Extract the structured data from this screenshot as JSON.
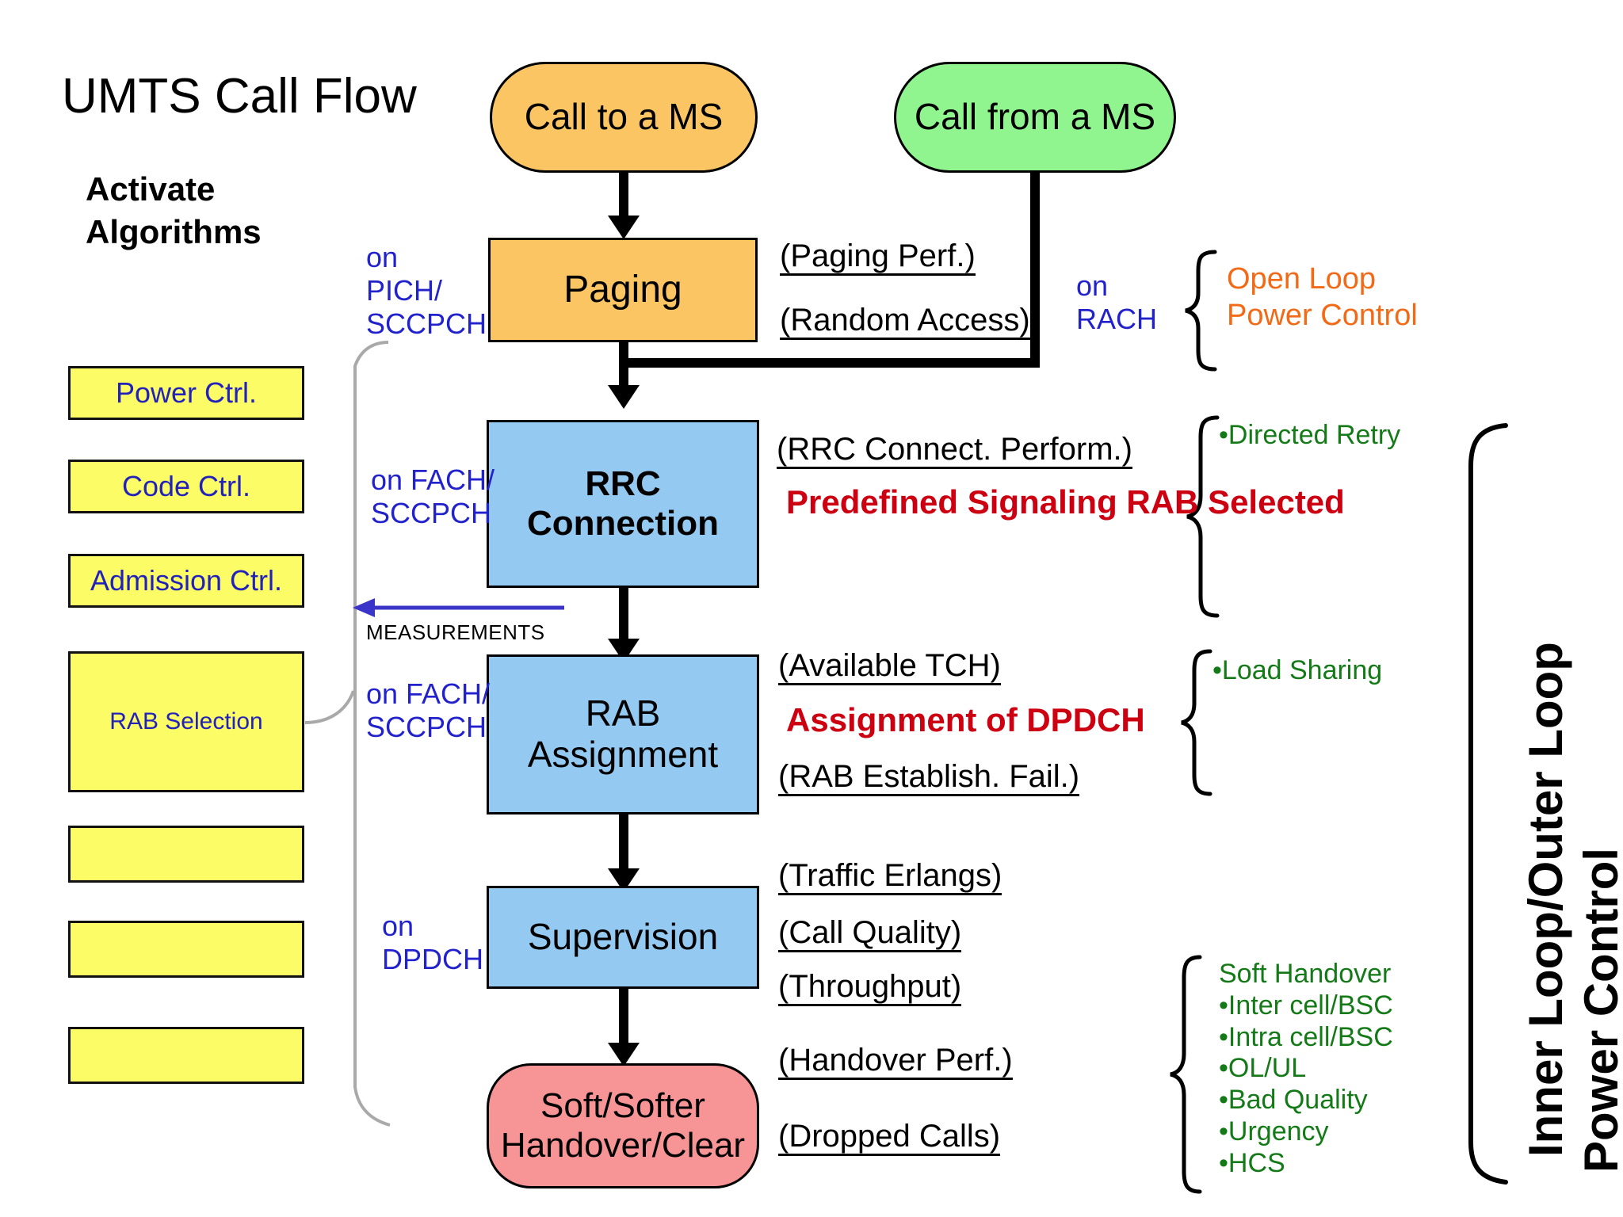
{
  "title": {
    "main": "UMTS Call Flow",
    "subtitle": "Activate\nAlgorithms"
  },
  "algorithms": {
    "items": [
      {
        "label": "Power Ctrl."
      },
      {
        "label": "Code Ctrl."
      },
      {
        "label": "Admission Ctrl."
      },
      {
        "label": "RAB Selection"
      },
      {
        "label": ""
      },
      {
        "label": ""
      },
      {
        "label": ""
      }
    ]
  },
  "flow": {
    "start_to": "Call to a MS",
    "start_from": "Call from a MS",
    "nodes": [
      {
        "label": "Paging"
      },
      {
        "label": "RRC\nConnection"
      },
      {
        "label": "RAB\nAssignment"
      },
      {
        "label": "Supervision"
      },
      {
        "label": "Soft/Softer\nHandover/Clear"
      }
    ]
  },
  "channels": {
    "paging": "on\nPICH/\nSCCPCH",
    "rrc": "on FACH/\nSCCPCH",
    "rab": "on FACH/\nSCCPCH",
    "supervision": "on\nDPDCH",
    "rach": "on\nRACH"
  },
  "measurements_label": "MEASUREMENTS",
  "metrics": {
    "paging_perf": "(Paging Perf.)",
    "random_access": "(Random Access)",
    "rrc_connect_perform": "(RRC Connect. Perform.)",
    "available_tch": "(Available TCH)",
    "rab_establish_fail": "(RAB Establish. Fail.)",
    "traffic_erlangs": "(Traffic Erlangs)",
    "call_quality": "(Call Quality)",
    "throughput": "(Throughput)",
    "handover_perf": "(Handover Perf.)",
    "dropped_calls": "(Dropped Calls)"
  },
  "highlights": {
    "predefined_signaling": "Predefined Signaling\nRAB Selected",
    "assignment_dpdch": "Assignment of DPDCH"
  },
  "features": {
    "open_loop": "Open Loop\nPower Control",
    "directed_retry": "•Directed Retry",
    "load_sharing": "•Load Sharing",
    "handover_list": "Soft Handover\n•Inter cell/BSC\n•Intra cell/BSC\n•OL/UL\n•Bad Quality\n•Urgency\n•HCS"
  },
  "right_banner": {
    "line1": "Inner Loop/Outer Loop",
    "line2": "Power Control"
  },
  "colors": {
    "orange_fill": "#FCC564",
    "green_fill": "#90F58E",
    "blue_fill": "#94C9F2",
    "pink_fill": "#F79496",
    "yellow_fill": "#FCFC66",
    "blue_text": "#2222CC",
    "red_text": "#CC0011",
    "green_text": "#147A17",
    "orange_text": "#F26A16"
  }
}
